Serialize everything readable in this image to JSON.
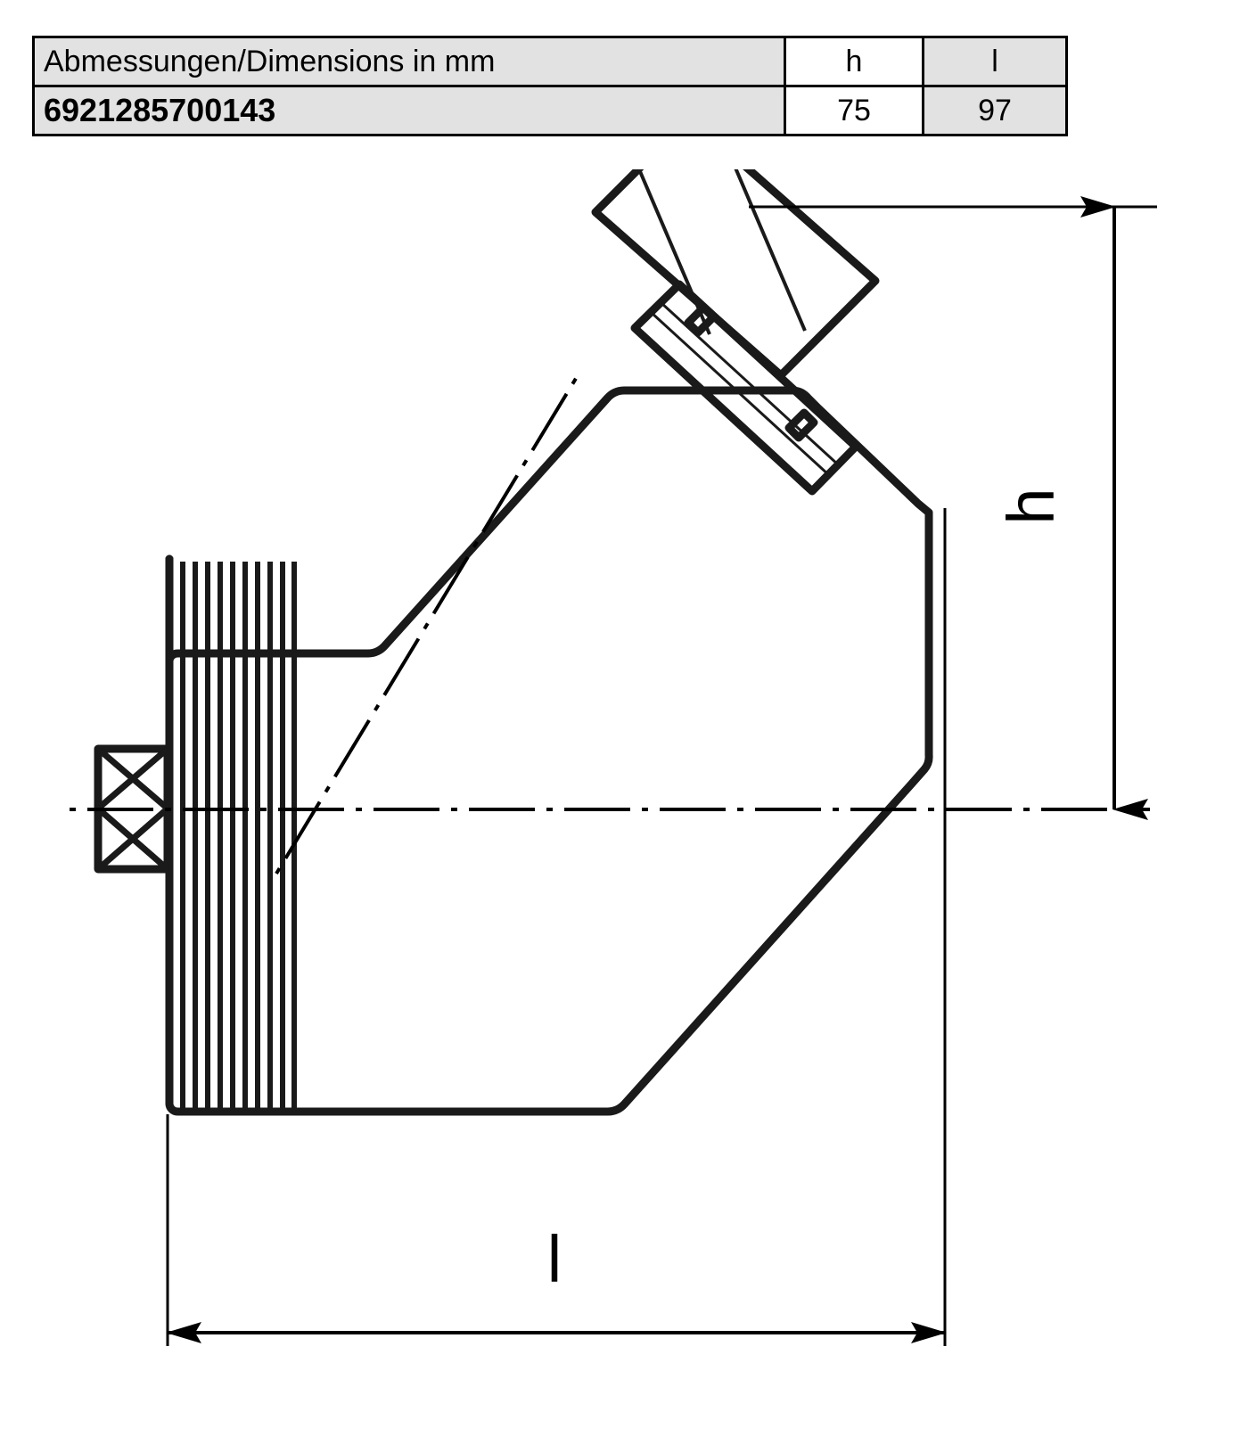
{
  "table": {
    "header": {
      "label": "Abmessungen/Dimensions in mm",
      "col_h": "h",
      "col_l": "l"
    },
    "row": {
      "part_number": "6921285700143",
      "h": "75",
      "l": "97"
    }
  },
  "drawing": {
    "title": "angled-housing-section-view",
    "dimension_labels": {
      "height": "h",
      "length": "l"
    },
    "colors": {
      "line": "#1a1a1a",
      "thin_line": "#000000",
      "table_fill": "#e2e2e2",
      "table_fill_highlight": "#ffffff",
      "background": "#ffffff"
    },
    "features": [
      "ribbed-cylindrical-body",
      "square-nut-end",
      "45-degree-angled-head",
      "threaded-boss-interface",
      "crossed-spring-element",
      "horizontal-center-axis",
      "inclined-center-axis"
    ]
  }
}
